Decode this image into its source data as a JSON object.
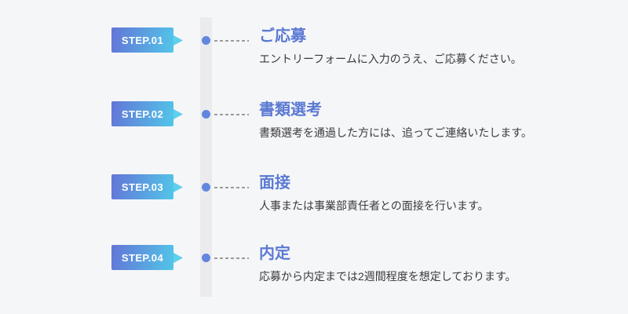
{
  "page": {
    "background_color": "#f5f6f8",
    "accent_color": "#5c7ad3",
    "badge_gradient_start": "#6375d7",
    "badge_gradient_end": "#52c6e8",
    "timeline_bar_color": "#ebebed",
    "dot_color": "#6286de"
  },
  "timeline": {
    "steps": [
      {
        "badge": "STEP.01",
        "title": "ご応募",
        "description": "エントリーフォームに入力のうえ、ご応募ください。"
      },
      {
        "badge": "STEP.02",
        "title": "書類選考",
        "description": "書類選考を通過した方には、追ってご連絡いたします。"
      },
      {
        "badge": "STEP.03",
        "title": "面接",
        "description": "人事または事業部責任者との面接を行います。"
      },
      {
        "badge": "STEP.04",
        "title": "内定",
        "description": "応募から内定までは2週間程度を想定しております。"
      }
    ]
  }
}
